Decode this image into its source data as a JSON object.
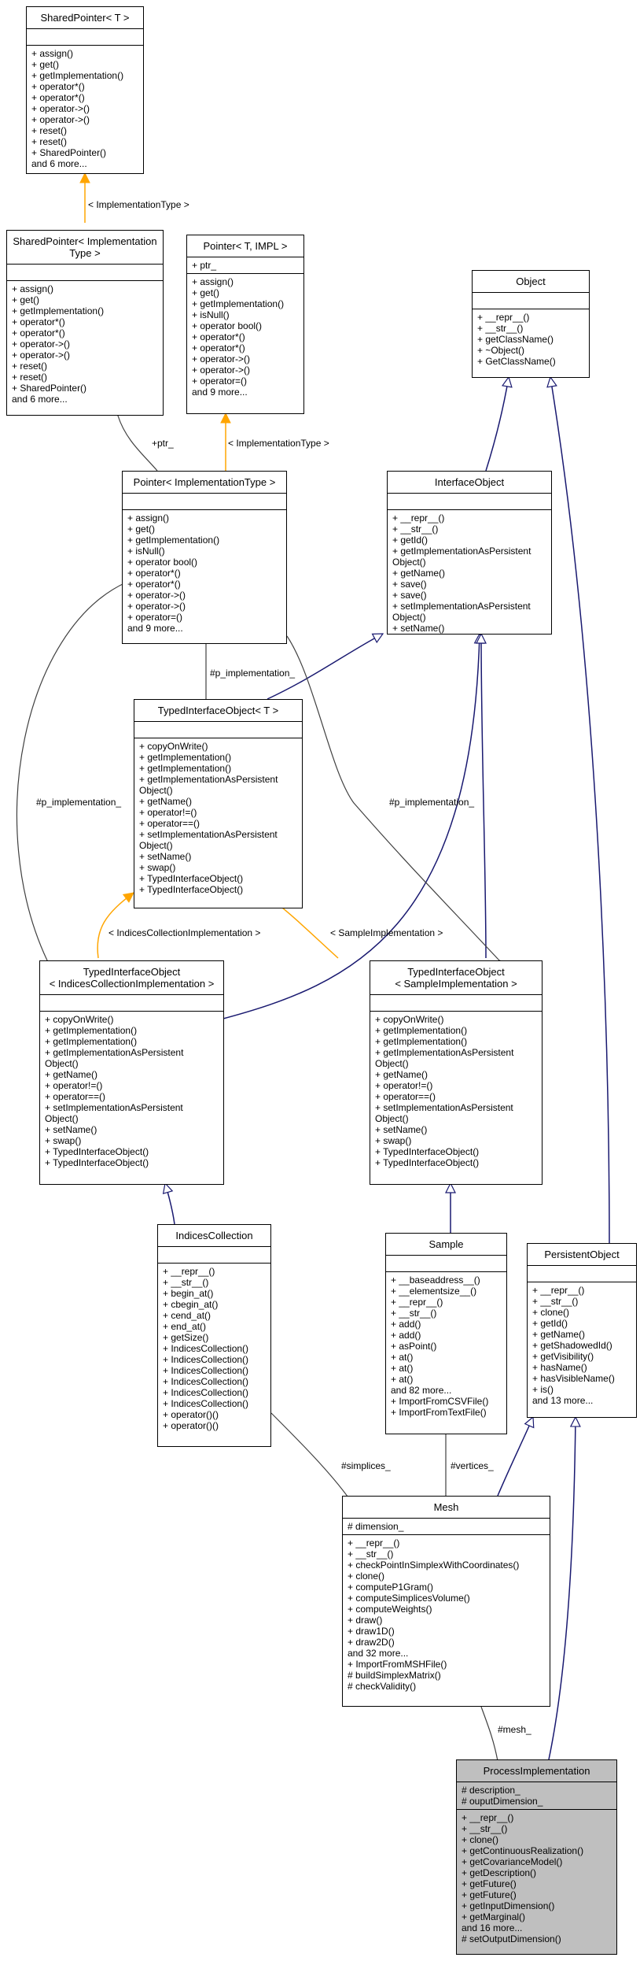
{
  "classes": {
    "shared_pointer_t": {
      "title": [
        "SharedPointer< T >"
      ],
      "attributes": [],
      "methods": [
        "+ assign()",
        "+ get()",
        "+ getImplementation()",
        "+ operator*()",
        "+ operator*()",
        "+ operator->()",
        "+ operator->()",
        "+ reset()",
        "+ reset()",
        "+ SharedPointer()",
        "and 6 more..."
      ]
    },
    "shared_pointer_impl": {
      "title": [
        "SharedPointer< Implementation",
        "Type >"
      ],
      "attributes": [],
      "methods": [
        "+ assign()",
        "+ get()",
        "+ getImplementation()",
        "+ operator*()",
        "+ operator*()",
        "+ operator->()",
        "+ operator->()",
        "+ reset()",
        "+ reset()",
        "+ SharedPointer()",
        "and 6 more..."
      ]
    },
    "pointer_t_impl": {
      "title": [
        "Pointer< T, IMPL >"
      ],
      "attributes": [
        "+ ptr_"
      ],
      "methods": [
        "+ assign()",
        "+ get()",
        "+ getImplementation()",
        "+ isNull()",
        "+ operator bool()",
        "+ operator*()",
        "+ operator*()",
        "+ operator->()",
        "+ operator->()",
        "+ operator=()",
        "and 9 more..."
      ]
    },
    "object": {
      "title": [
        "Object"
      ],
      "attributes": [],
      "methods": [
        "+ __repr__()",
        "+ __str__()",
        "+ getClassName()",
        "+ ~Object()",
        "+ GetClassName()"
      ]
    },
    "pointer_impl_type": {
      "title": [
        "Pointer< ImplementationType >"
      ],
      "attributes": [],
      "methods": [
        "+ assign()",
        "+ get()",
        "+ getImplementation()",
        "+ isNull()",
        "+ operator bool()",
        "+ operator*()",
        "+ operator*()",
        "+ operator->()",
        "+ operator->()",
        "+ operator=()",
        "and 9 more..."
      ]
    },
    "interface_object": {
      "title": [
        "InterfaceObject"
      ],
      "attributes": [],
      "methods": [
        "+ __repr__()",
        "+ __str__()",
        "+ getId()",
        "+ getImplementationAsPersistent",
        "Object()",
        "+ getName()",
        "+ save()",
        "+ save()",
        "+ setImplementationAsPersistent",
        "Object()",
        "+ setName()"
      ]
    },
    "typed_interface_object_t": {
      "title": [
        "TypedInterfaceObject< T >"
      ],
      "attributes": [],
      "methods": [
        "+ copyOnWrite()",
        "+ getImplementation()",
        "+ getImplementation()",
        "+ getImplementationAsPersistent",
        "Object()",
        "+ getName()",
        "+ operator!=()",
        "+ operator==()",
        "+ setImplementationAsPersistent",
        "Object()",
        "+ setName()",
        "+ swap()",
        "+ TypedInterfaceObject()",
        "+ TypedInterfaceObject()"
      ]
    },
    "typed_interface_object_indices": {
      "title": [
        "TypedInterfaceObject",
        "< IndicesCollectionImplementation >"
      ],
      "attributes": [],
      "methods": [
        "+ copyOnWrite()",
        "+ getImplementation()",
        "+ getImplementation()",
        "+ getImplementationAsPersistent",
        "Object()",
        "+ getName()",
        "+ operator!=()",
        "+ operator==()",
        "+ setImplementationAsPersistent",
        "Object()",
        "+ setName()",
        "+ swap()",
        "+ TypedInterfaceObject()",
        "+ TypedInterfaceObject()"
      ]
    },
    "typed_interface_object_sample": {
      "title": [
        "TypedInterfaceObject",
        "< SampleImplementation >"
      ],
      "attributes": [],
      "methods": [
        "+ copyOnWrite()",
        "+ getImplementation()",
        "+ getImplementation()",
        "+ getImplementationAsPersistent",
        "Object()",
        "+ getName()",
        "+ operator!=()",
        "+ operator==()",
        "+ setImplementationAsPersistent",
        "Object()",
        "+ setName()",
        "+ swap()",
        "+ TypedInterfaceObject()",
        "+ TypedInterfaceObject()"
      ]
    },
    "indices_collection": {
      "title": [
        "IndicesCollection"
      ],
      "attributes": [],
      "methods": [
        "+ __repr__()",
        "+ __str__()",
        "+ begin_at()",
        "+ cbegin_at()",
        "+ cend_at()",
        "+ end_at()",
        "+ getSize()",
        "+ IndicesCollection()",
        "+ IndicesCollection()",
        "+ IndicesCollection()",
        "+ IndicesCollection()",
        "+ IndicesCollection()",
        "+ IndicesCollection()",
        "+ operator()()",
        "+ operator()()"
      ]
    },
    "sample": {
      "title": [
        "Sample"
      ],
      "attributes": [],
      "methods": [
        "+ __baseaddress__()",
        "+ __elementsize__()",
        "+ __repr__()",
        "+ __str__()",
        "+ add()",
        "+ add()",
        "+ asPoint()",
        "+ at()",
        "+ at()",
        "+ at()",
        "and 82 more...",
        "+ ImportFromCSVFile()",
        "+ ImportFromTextFile()"
      ]
    },
    "persistent_object": {
      "title": [
        "PersistentObject"
      ],
      "attributes": [],
      "methods": [
        "+ __repr__()",
        "+ __str__()",
        "+ clone()",
        "+ getId()",
        "+ getName()",
        "+ getShadowedId()",
        "+ getVisibility()",
        "+ hasName()",
        "+ hasVisibleName()",
        "+ is()",
        "and 13 more..."
      ]
    },
    "mesh": {
      "title": [
        "Mesh"
      ],
      "attributes": [
        "# dimension_"
      ],
      "methods": [
        "+ __repr__()",
        "+ __str__()",
        "+ checkPointInSimplexWithCoordinates()",
        "+ clone()",
        "+ computeP1Gram()",
        "+ computeSimplicesVolume()",
        "+ computeWeights()",
        "+ draw()",
        "+ draw1D()",
        "+ draw2D()",
        "and 32 more...",
        "+ ImportFromMSHFile()",
        "# buildSimplexMatrix()",
        "# checkValidity()"
      ]
    },
    "process_implementation": {
      "title": [
        "ProcessImplementation"
      ],
      "attributes": [
        "# description_",
        "# ouputDimension_"
      ],
      "methods": [
        "+ __repr__()",
        "+ __str__()",
        "+ clone()",
        "+ getContinuousRealization()",
        "+ getCovarianceModel()",
        "+ getDescription()",
        "+ getFuture()",
        "+ getFuture()",
        "+ getInputDimension()",
        "+ getMarginal()",
        "and 16 more...",
        "# setOutputDimension()"
      ]
    }
  },
  "edge_labels": {
    "impl_type_1": "< ImplementationType >",
    "ptr": "+ptr_",
    "impl_type_2": "< ImplementationType >",
    "p_impl_1": "#p_implementation_",
    "p_impl_2": "#p_implementation_",
    "p_impl_3": "#p_implementation_",
    "indices_impl": "< IndicesCollectionImplementation >",
    "sample_impl": "< SampleImplementation >",
    "simplices": "#simplices_",
    "vertices": "#vertices_",
    "mesh": "#mesh_"
  },
  "colors": {
    "inheritance": "#191970",
    "template": "#ffa500",
    "composition": "#404040",
    "highlight": "#bfbfbf"
  }
}
